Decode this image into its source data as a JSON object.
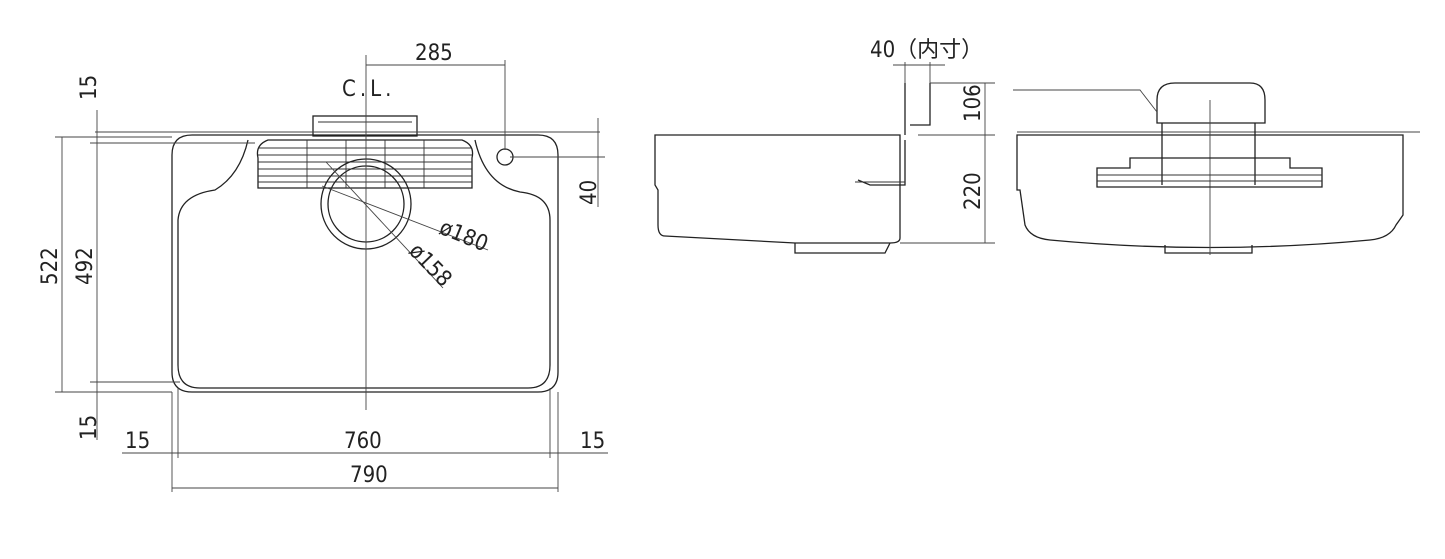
{
  "plan_view": {
    "centerline_label": "C.L.",
    "dims": {
      "faucet_offset": "285",
      "top_margin": "15",
      "overall_depth": "522",
      "inner_depth": "492",
      "bottom_margin": "15",
      "right_depth": "40",
      "left_margin": "15",
      "inner_width": "760",
      "right_margin": "15",
      "overall_width": "790",
      "drain_outer": "ø180",
      "drain_inner": "ø158"
    }
  },
  "side_view": {
    "dims": {
      "bracket_inner": "40（内寸）",
      "bracket_height": "106",
      "bowl_height": "220"
    }
  },
  "colors": {
    "line": "#222222",
    "background": "#ffffff"
  }
}
